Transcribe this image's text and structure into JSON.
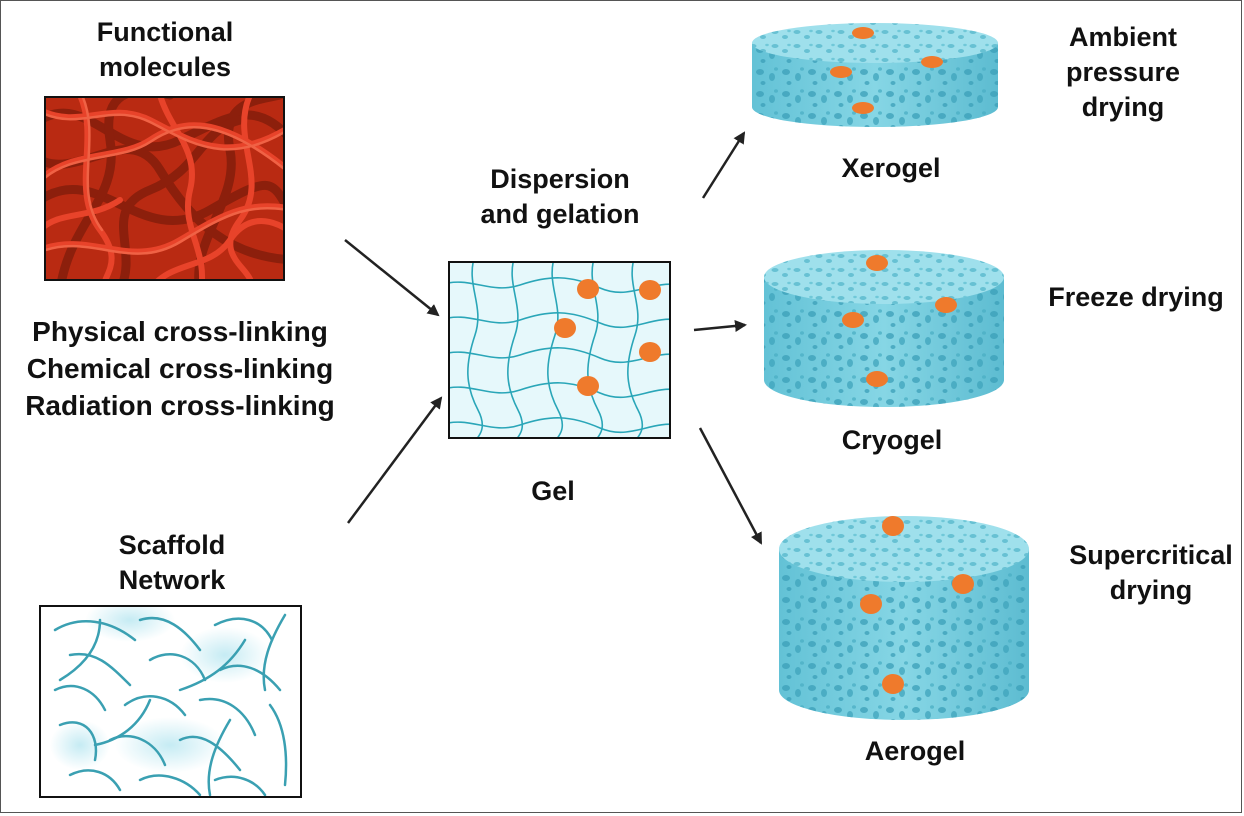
{
  "inputs": {
    "functional_molecules": [
      "Functional",
      "molecules"
    ],
    "crosslinking": [
      "Physical cross-linking",
      "Chemical cross-linking",
      "Radiation cross-linking"
    ],
    "scaffold_network": [
      "Scaffold",
      "Network"
    ]
  },
  "center": {
    "process": [
      "Dispersion",
      "and gelation"
    ],
    "gel": "Gel"
  },
  "outputs": {
    "xerogel": {
      "name": "Xerogel",
      "method": [
        "Ambient",
        "pressure",
        "drying"
      ]
    },
    "cryogel": {
      "name": "Cryogel",
      "method": [
        "Freeze drying"
      ]
    },
    "aerogel": {
      "name": "Aerogel",
      "method": [
        "Supercritical",
        "drying"
      ]
    }
  },
  "colors": {
    "fiber_red": "#d9381e",
    "gel_fill": "#e6f8fb",
    "network_line": "#2aa6b8",
    "sponge": "#7fd3e2",
    "sponge_pore": "#3b9fb8",
    "dot_orange": "#ef7a2c",
    "arrow": "#222222"
  }
}
